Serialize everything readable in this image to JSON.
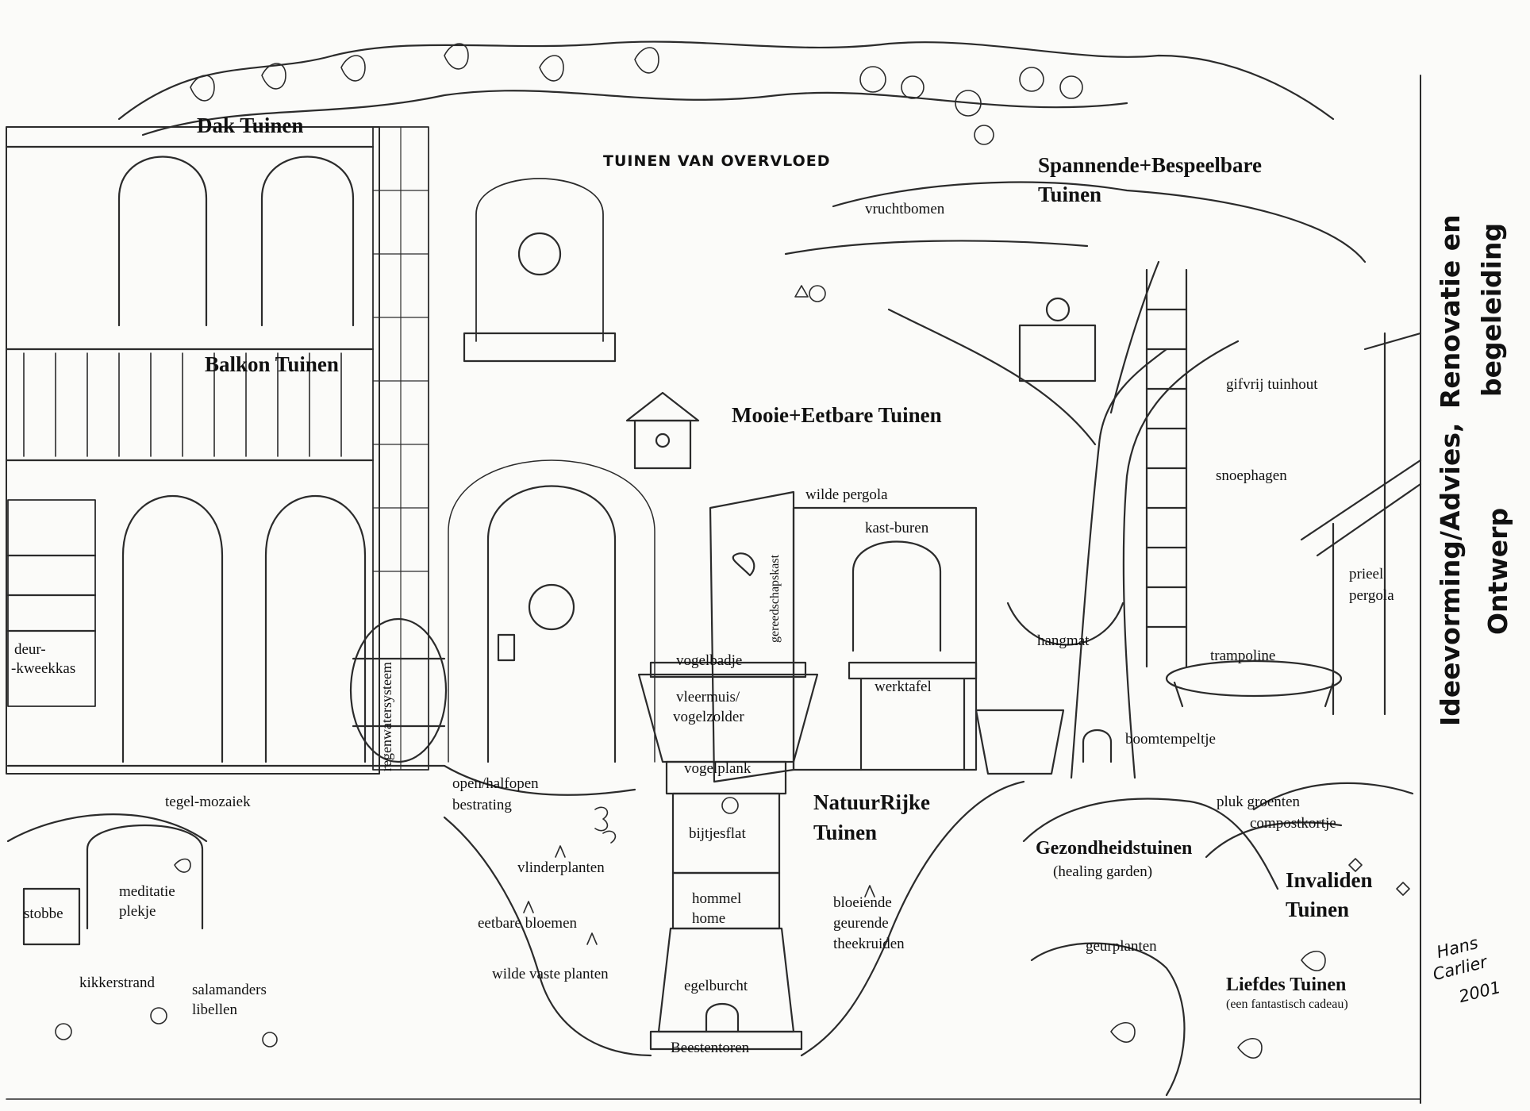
{
  "colors": {
    "ink": "#111111",
    "paper": "#fbfbf9",
    "line": "#2b2b2b"
  },
  "headings": {
    "dak": "Dak Tuinen",
    "overvloed": "TUINEN VAN OVERVLOED",
    "spannende_1": "Spannende+Bespeelbare",
    "spannende_2": "Tuinen",
    "balkon": "Balkon Tuinen",
    "mooie": "Mooie+Eetbare Tuinen",
    "natuur_1": "NatuurRijke",
    "natuur_2": "Tuinen",
    "gezond": "Gezondheidstuinen",
    "gezond_sub": "(healing garden)",
    "invaliden_1": "Invaliden",
    "invaliden_2": "Tuinen",
    "liefdes": "Liefdes Tuinen",
    "liefdes_sub": "(een fantastisch cadeau)"
  },
  "labels": {
    "vruchtbomen": "vruchtbomen",
    "gifvrij": "gifvrij tuinhout",
    "snoephagen": "snoephagen",
    "wilde_pergola": "wilde pergola",
    "kast_buren": "kast-buren",
    "gereedschapskast": "gereedschapskast",
    "prieel_1": "prieel",
    "prieel_2": "pergola",
    "trampoline": "trampoline",
    "hangmat": "hangmat",
    "werktafel": "werktafel",
    "boomtempeltje": "boomtempeltje",
    "deur_1": "deur-",
    "deur_2": "-kweekkas",
    "regenwater": "regenwatersysteem",
    "vogelbadje": "vogelbadje",
    "vleermuis_1": "vleermuis/",
    "vleermuis_2": "vogelzolder",
    "vogelplank": "vogelplank",
    "bijtjesflat": "bijtjesflat",
    "hommel_1": "hommel",
    "hommel_2": "home",
    "egelburcht": "egelburcht",
    "beestentoren": "Beestentoren",
    "tegel": "tegel-mozaiek",
    "open_1": "open/halfopen",
    "open_2": "bestrating",
    "vlinder": "vlinderplanten",
    "meditatie_1": "meditatie",
    "meditatie_2": "plekje",
    "stobbe": "stobbe",
    "eetbare_bloemen": "eetbare bloemen",
    "wilde_vaste": "wilde vaste planten",
    "kikker": "kikkerstrand",
    "salamanders_1": "salamanders",
    "salamanders_2": "libellen",
    "bloeiende_1": "bloeiende",
    "bloeiende_2": "geurende",
    "bloeiende_3": "theekruiden",
    "pluk": "pluk groenten",
    "compost": "compostkortje",
    "geur": "geurplanten"
  },
  "side": {
    "line1": "Ideevorming/Advies,",
    "line2": "Renovatie en",
    "line3": "begeleiding",
    "line4": "Ontwerp"
  },
  "signature": {
    "line1": "Hans",
    "line2": "Carlier",
    "line3": "2001"
  }
}
